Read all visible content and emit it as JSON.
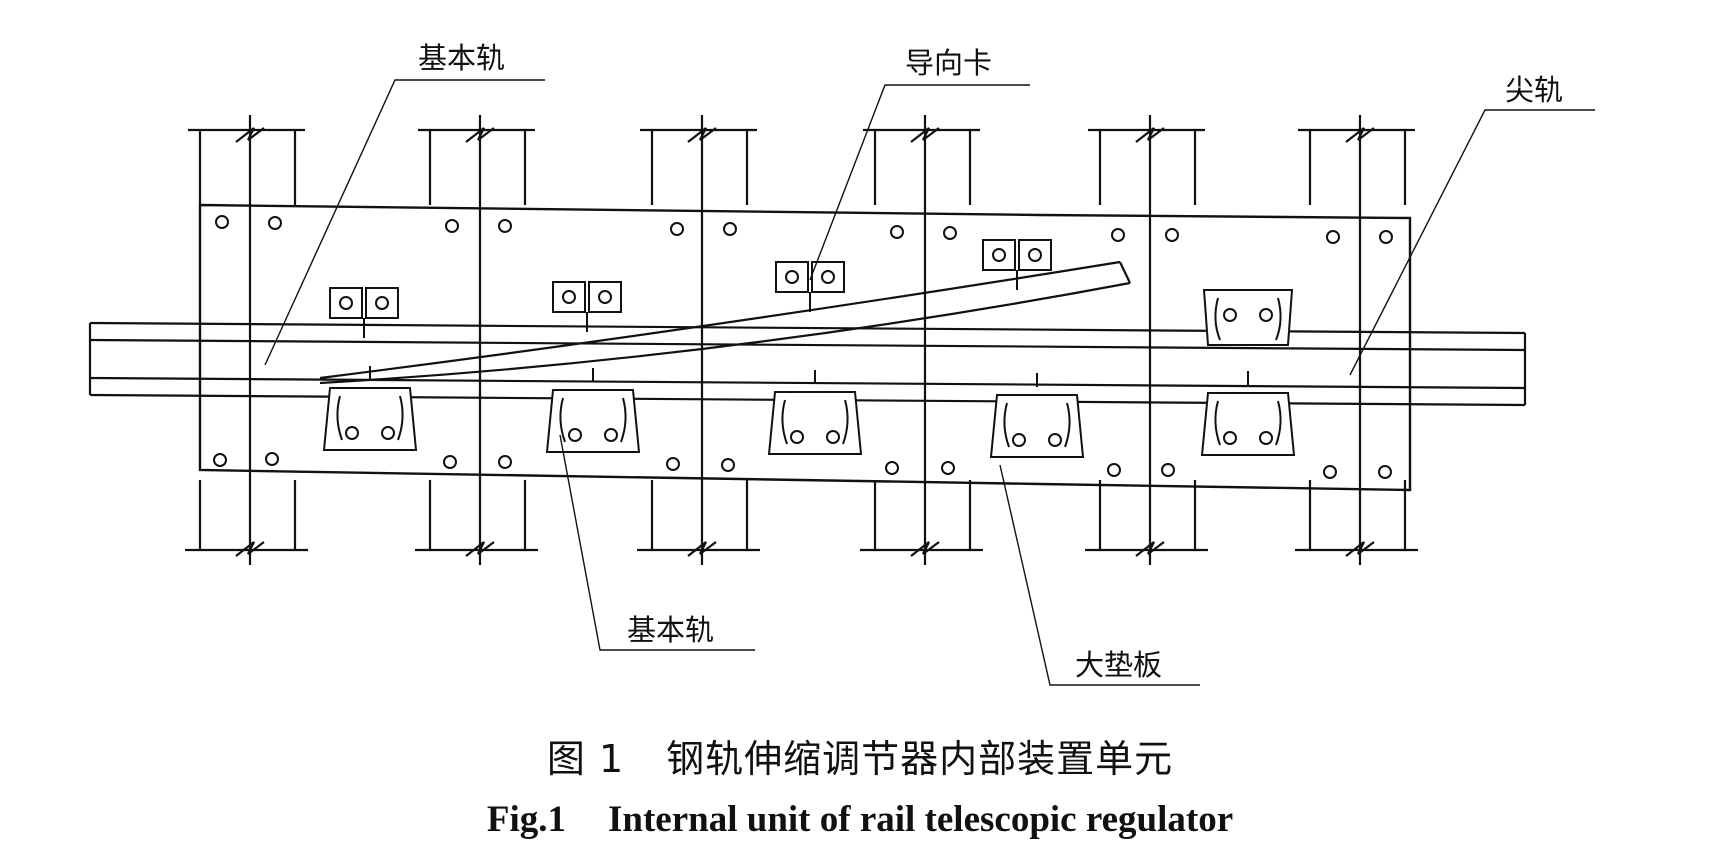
{
  "labels": {
    "base_rail_top": "基本轨",
    "guide_clip": "导向卡",
    "switch_rail": "尖轨",
    "base_rail_bottom": "基本轨",
    "large_pad": "大垫板"
  },
  "caption": {
    "cn_number": "图 1",
    "cn_title": "钢轨伸缩调节器内部装置单元",
    "en_number": "Fig.1",
    "en_title": "Internal unit of rail telescopic regulator"
  }
}
